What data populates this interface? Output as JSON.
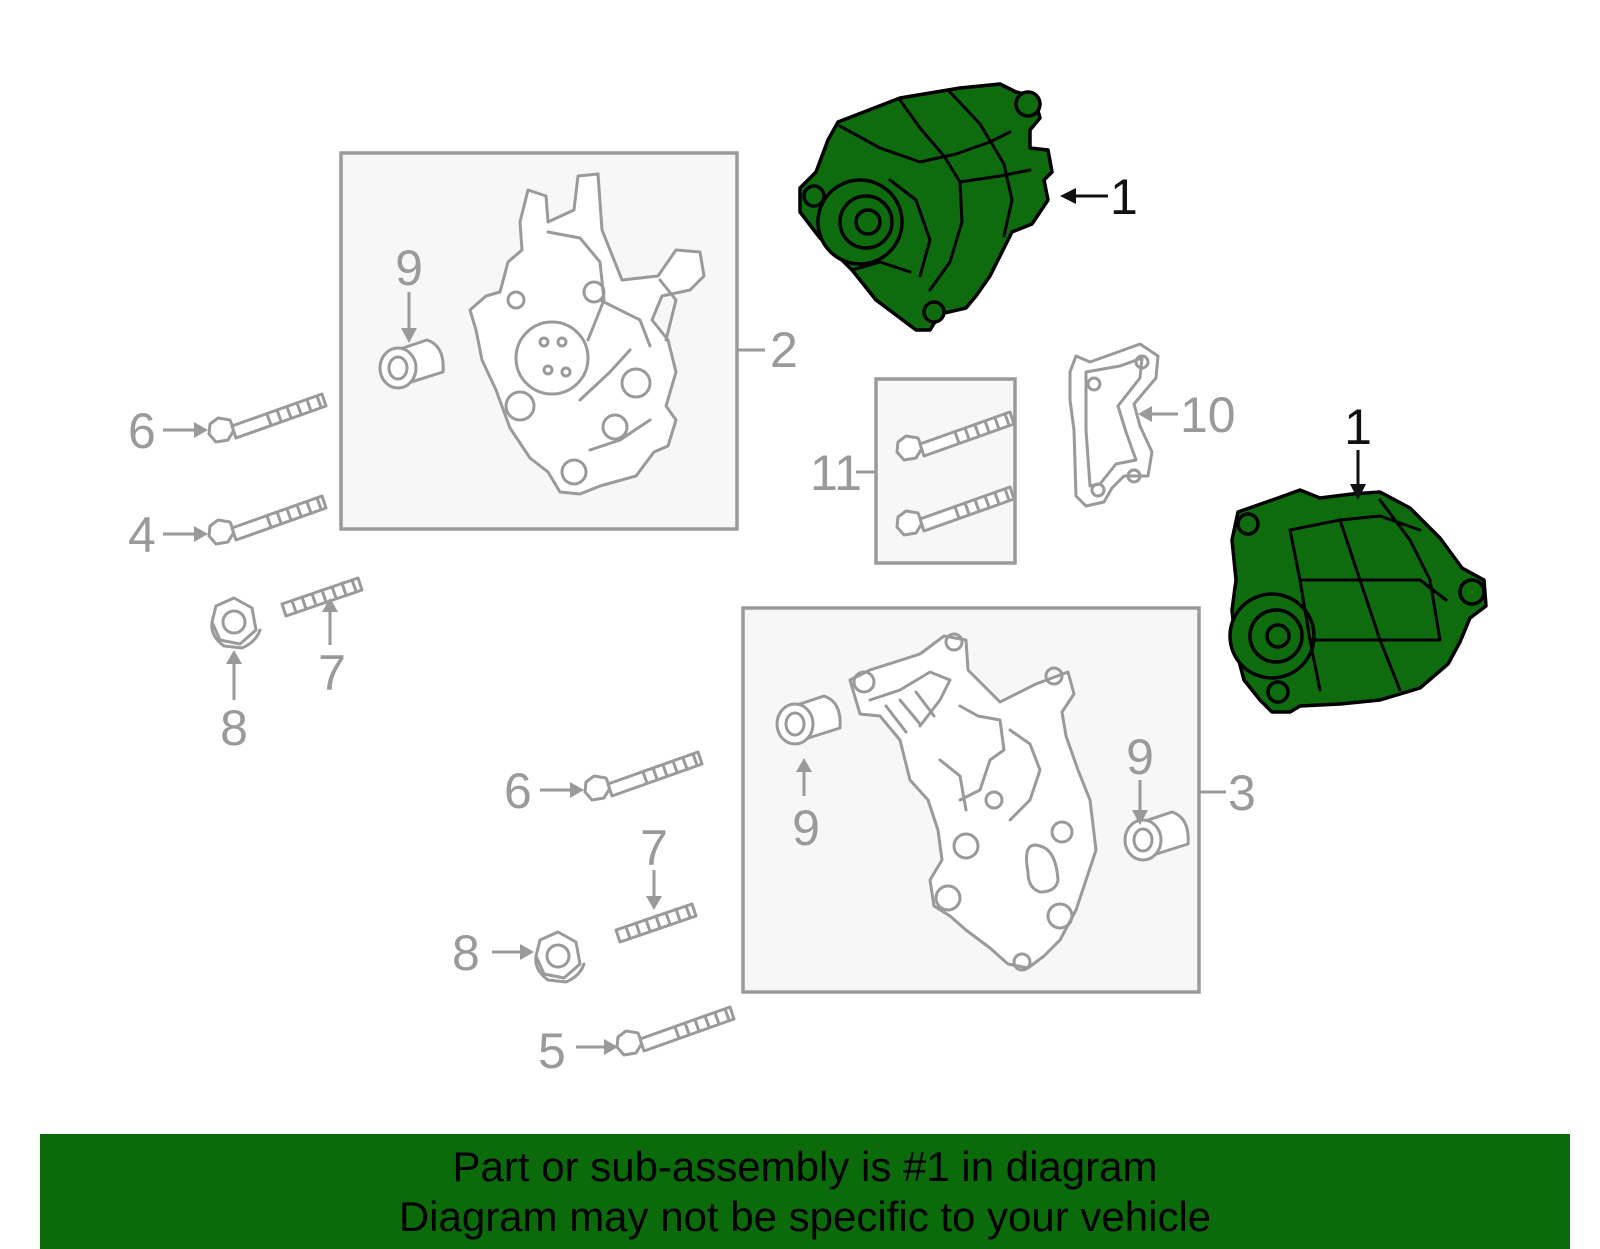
{
  "callouts": {
    "alternator_top": "1",
    "alternator_right": "1",
    "bracket_upper": "2",
    "bracket_lower": "3",
    "bolt_4": "4",
    "bolt_5": "5",
    "bolt_6_upper": "6",
    "bolt_6_lower": "6",
    "stud_7_upper": "7",
    "stud_7_lower": "7",
    "nut_8_upper": "8",
    "nut_8_lower": "8",
    "bushing_9_upper": "9",
    "bushing_9_lower_left": "9",
    "bushing_9_lower_right": "9",
    "bracket_10": "10",
    "bolts_11": "11"
  },
  "banner": {
    "line1": "Part or sub-assembly is #1 in diagram",
    "line2": "Diagram may not be specific to your vehicle"
  },
  "colors": {
    "highlight": "#0e6b0e",
    "banner": "#0b6b0b",
    "line": "#9a9a9a"
  }
}
